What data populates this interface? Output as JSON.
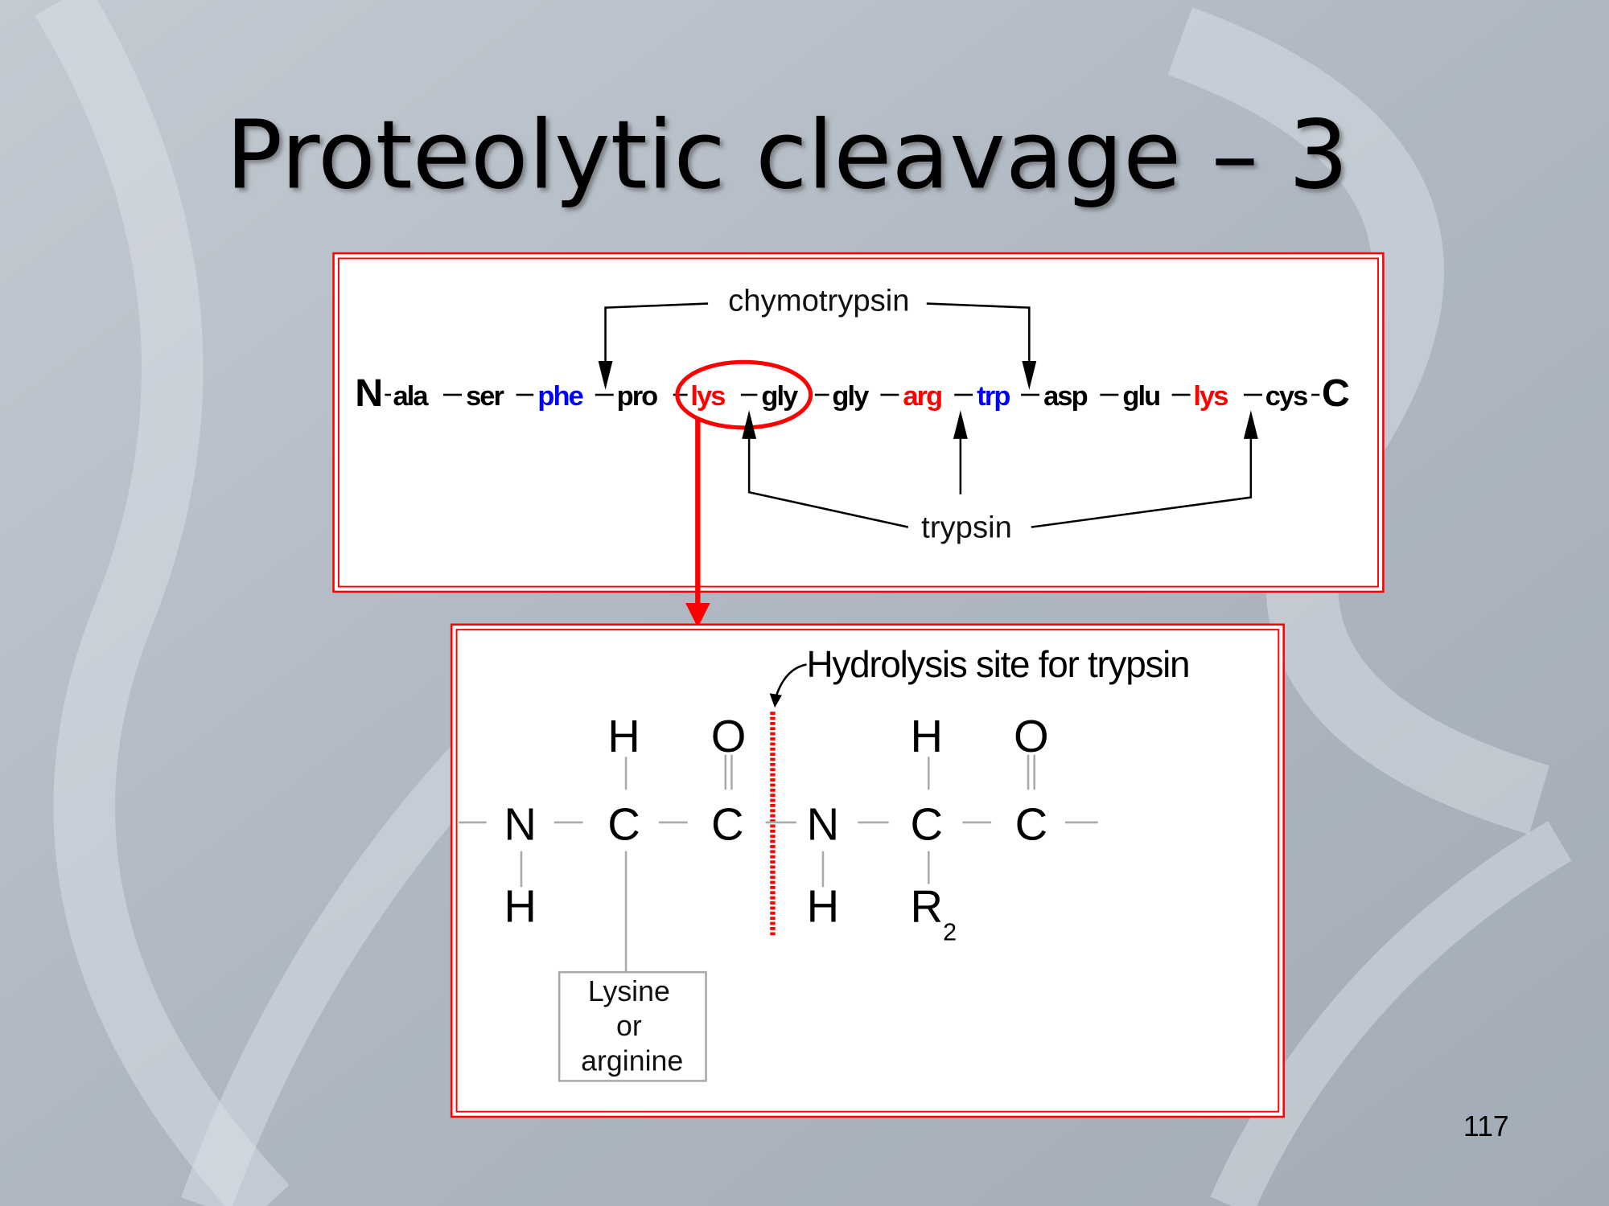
{
  "slide": {
    "title": "Proteolytic cleavage – 3",
    "page_number": "117"
  },
  "sequence": {
    "n_terminus": "N",
    "c_terminus": "C",
    "residues": [
      {
        "name": "ala",
        "color": "#000000"
      },
      {
        "name": "ser",
        "color": "#000000"
      },
      {
        "name": "phe",
        "color": "#0000ff"
      },
      {
        "name": "pro",
        "color": "#000000"
      },
      {
        "name": "lys",
        "color": "#ff0000"
      },
      {
        "name": "gly",
        "color": "#000000"
      },
      {
        "name": "gly",
        "color": "#000000"
      },
      {
        "name": "arg",
        "color": "#ff0000"
      },
      {
        "name": "trp",
        "color": "#0000ff"
      },
      {
        "name": "asp",
        "color": "#000000"
      },
      {
        "name": "glu",
        "color": "#000000"
      },
      {
        "name": "lys",
        "color": "#ff0000"
      },
      {
        "name": "cys",
        "color": "#000000"
      }
    ],
    "enzymes": {
      "chymotrypsin": "chymotrypsin",
      "trypsin": "trypsin"
    }
  },
  "detail": {
    "hydrolysis_label": "Hydrolysis site for trypsin",
    "atoms": {
      "top": [
        "H",
        "O",
        "H",
        "O"
      ],
      "middle": [
        "N",
        "C",
        "C",
        "N",
        "C",
        "C"
      ],
      "bottom": [
        "H",
        "H",
        "R"
      ],
      "subscript": "2"
    },
    "side_chain_box": [
      "Lysine",
      "or",
      "arginine"
    ]
  },
  "colors": {
    "accent": "#ff0000",
    "blue": "#0000ff"
  }
}
